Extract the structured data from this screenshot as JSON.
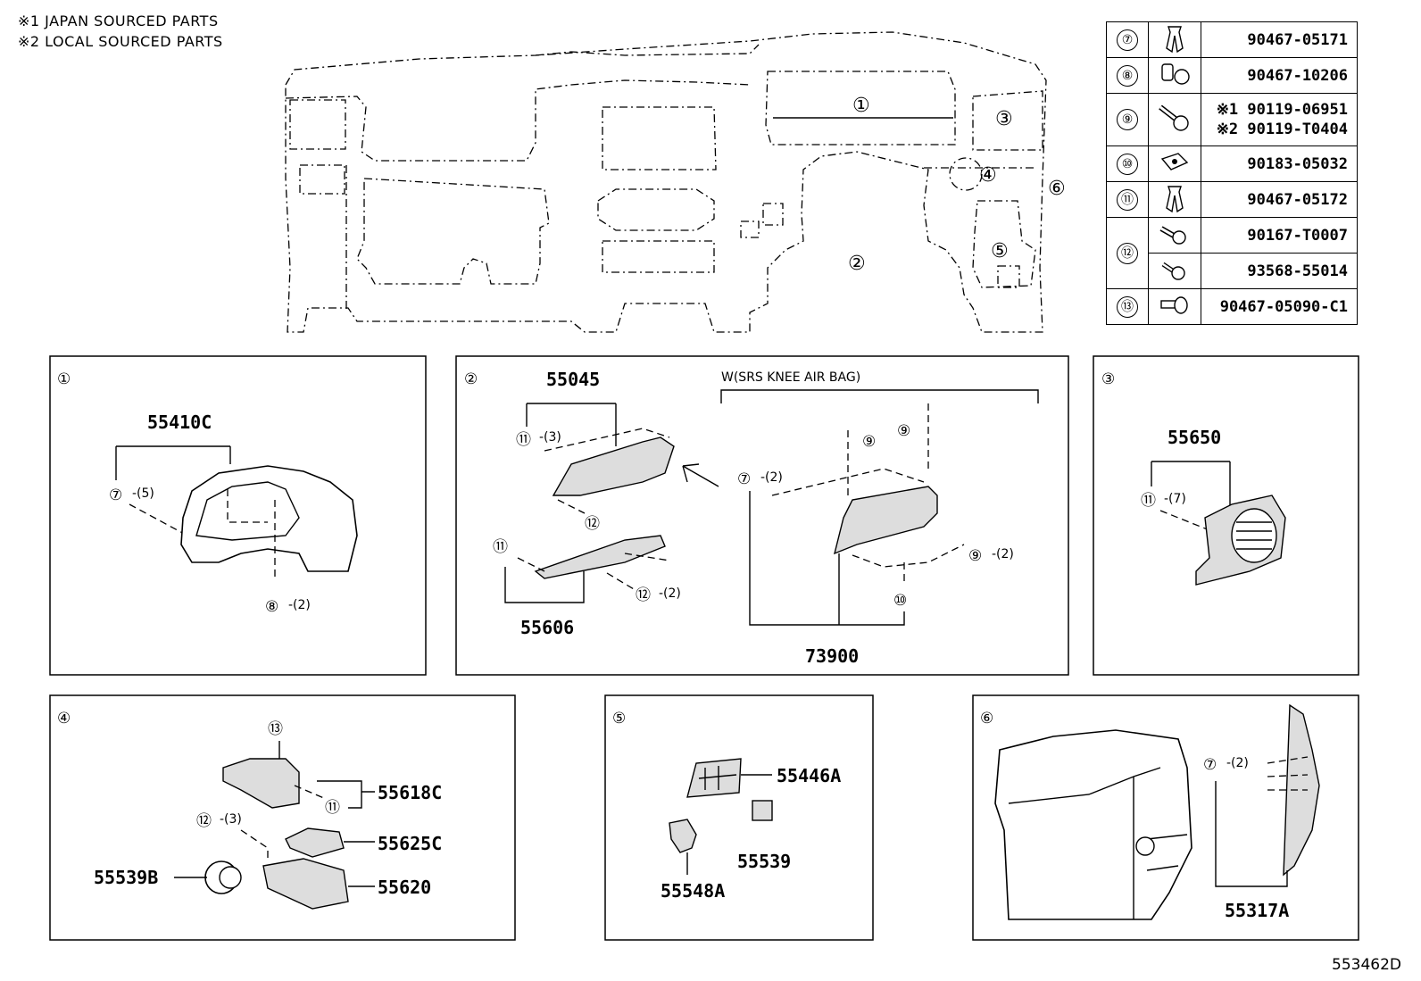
{
  "notes": [
    "※1 JAPAN SOURCED PARTS",
    "※2 LOCAL SOURCED PARTS"
  ],
  "overview_callouts": [
    "①",
    "②",
    "③",
    "④",
    "⑤",
    "⑥"
  ],
  "fasteners": [
    {
      "idx": "⑦",
      "icon": "clip-icon",
      "numbers": [
        "90467-05171"
      ]
    },
    {
      "idx": "⑧",
      "icon": "pin-clip-icon",
      "numbers": [
        "90467-10206"
      ]
    },
    {
      "idx": "⑨",
      "icon": "bolt-icon",
      "numbers": [
        "※1 90119-06951",
        "※2 90119-T0404"
      ]
    },
    {
      "idx": "⑩",
      "icon": "nut-clip-icon",
      "numbers": [
        "90183-05032"
      ]
    },
    {
      "idx": "⑪",
      "icon": "clip-icon",
      "numbers": [
        "90467-05172"
      ]
    },
    {
      "idx": "⑫",
      "icon": "screw-icon",
      "numbers": [
        "90167-T0007"
      ]
    },
    {
      "idx": "",
      "icon": "screw-icon",
      "numbers": [
        "93568-55014"
      ]
    },
    {
      "idx": "⑬",
      "icon": "push-clip-icon",
      "numbers": [
        "90467-05090-C1"
      ]
    }
  ],
  "panel1": {
    "tag": "①",
    "part": "55410C",
    "c1": "⑦",
    "q1": "-(5)",
    "c2": "⑧",
    "q2": "-(2)"
  },
  "panel2": {
    "tag": "②",
    "part_a": "55045",
    "c_a": "⑪",
    "q_a": "-(3)",
    "c_b": "⑫",
    "c_c": "⑪",
    "part_b": "55606",
    "c_d": "⑫",
    "q_d": "-(2)",
    "variant": "W(SRS KNEE AIR BAG)",
    "c_e": "⑨",
    "c_f": "⑨",
    "c_g": "⑦",
    "q_g": "-(2)",
    "c_h": "⑨",
    "q_h": "-(2)",
    "c_i": "⑩",
    "part_c": "73900"
  },
  "panel3": {
    "tag": "③",
    "part": "55650",
    "c1": "⑪",
    "q1": "-(7)"
  },
  "panel4": {
    "tag": "④",
    "c1": "⑬",
    "c2": "⑪",
    "part_a": "55618C",
    "c3": "⑫",
    "q3": "-(3)",
    "part_b": "55625C",
    "part_c": "55539B",
    "part_d": "55620"
  },
  "panel5": {
    "tag": "⑤",
    "part_a": "55446A",
    "part_b": "55539",
    "part_c": "55548A"
  },
  "panel6": {
    "tag": "⑥",
    "c1": "⑦",
    "q1": "-(2)",
    "part": "55317A"
  },
  "ref_code": "553462D"
}
